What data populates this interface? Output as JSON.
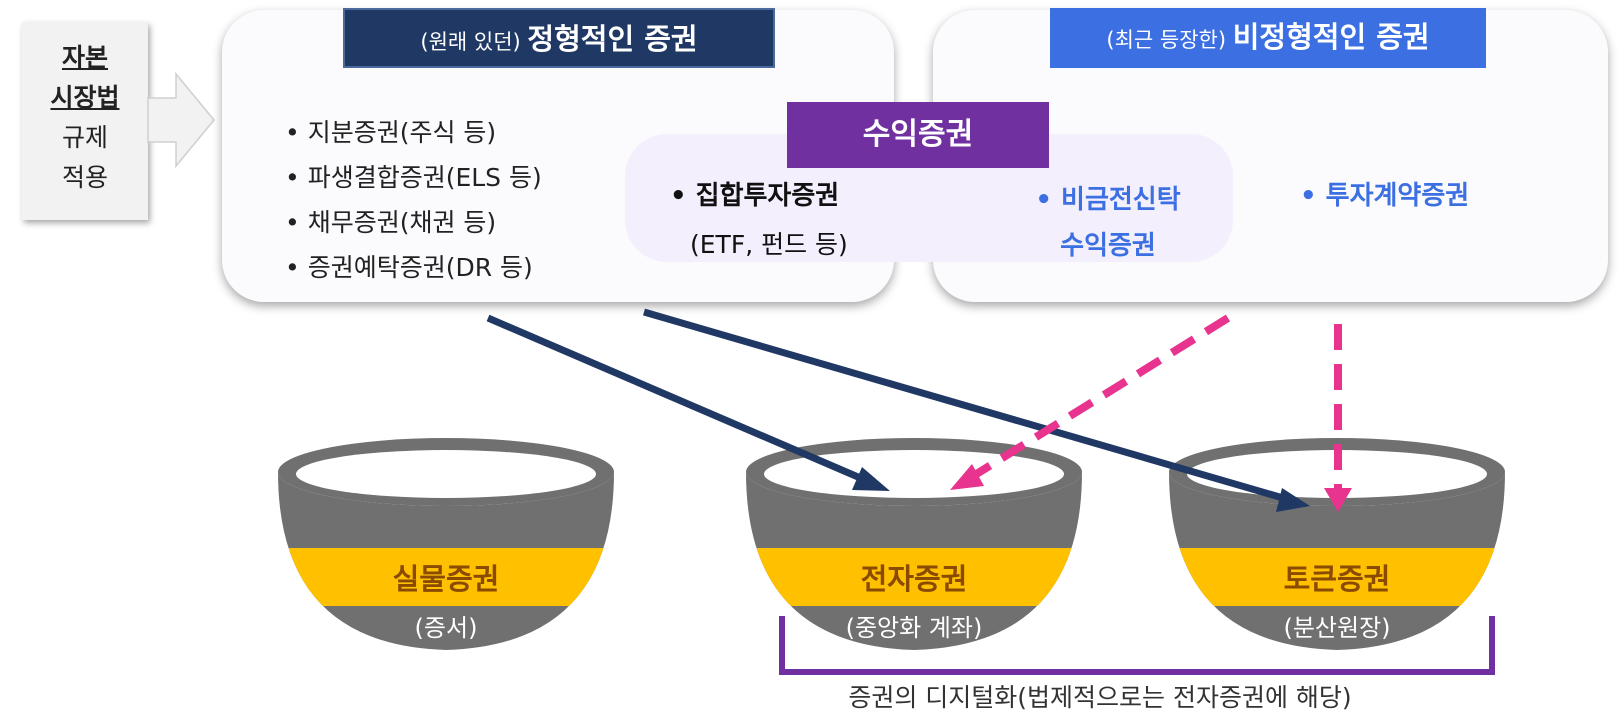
{
  "regulation": {
    "line1": "자본",
    "line2": "시장법",
    "line3": "규제",
    "line4": "적용"
  },
  "traditional": {
    "header_small": "(원래 있던) ",
    "header_bold": "정형적인 증권",
    "items": [
      "• 지분증권(주식 등)",
      "• 파생결합증권(ELS 등)",
      "• 채무증권(채권 등)",
      "• 증권예탁증권(DR 등)"
    ]
  },
  "atypical": {
    "header_small": "(최근 등장한) ",
    "header_bold": "비정형적인 증권",
    "contract": "• 투자계약증권"
  },
  "beneficiary": {
    "title": "수익증권",
    "collective": "• 집합투자증권",
    "collective_sub": "(ETF, 펀드 등)",
    "trust_line1": "• 비금전신탁",
    "trust_line2": "수익증권"
  },
  "bowls": [
    {
      "label": "실물증권",
      "sub": "(증서)"
    },
    {
      "label": "전자증권",
      "sub": "(중앙화 계좌)"
    },
    {
      "label": "토큰증권",
      "sub": "(분산원장)"
    }
  ],
  "caption": "증권의 디지털화(법제적으로는 전자증권에 해당)",
  "colors": {
    "navy": "#203864",
    "blue": "#3b6fe2",
    "purple": "#7030a0",
    "magenta": "#e8338f",
    "bowl_gray": "#707070",
    "gold": "#ffc000"
  }
}
